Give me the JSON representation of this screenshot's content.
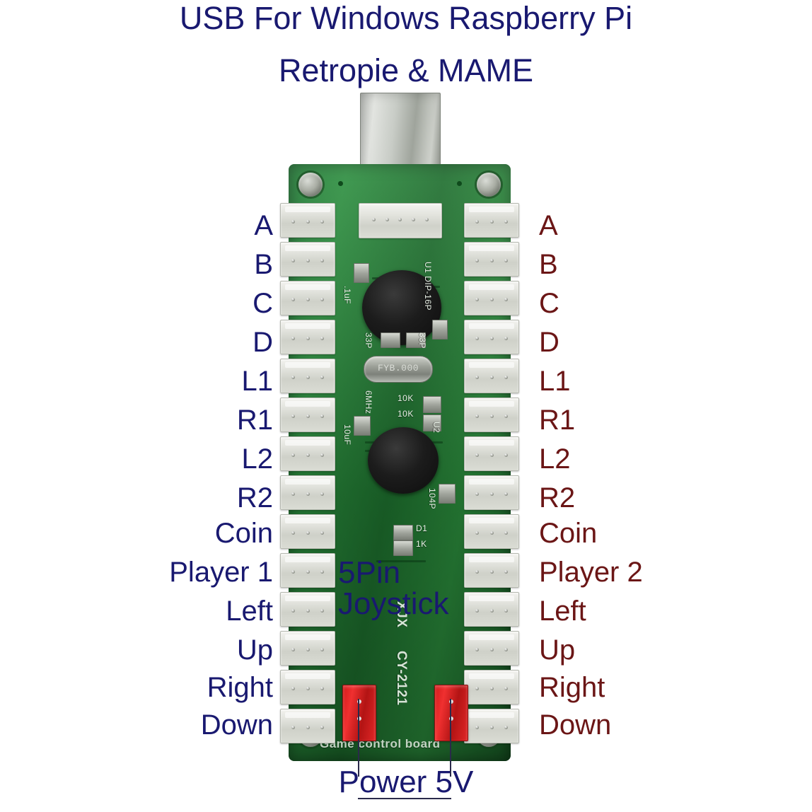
{
  "title": {
    "line1": "USB For Windows Raspberry Pi",
    "line2": "Retropie & MAME"
  },
  "colors": {
    "left_label": "#191970",
    "right_label": "#6B1616",
    "pcb_green": "#1d6e2d",
    "connector_white": "#e2e3dd",
    "power_connector_red": "#d21b1b",
    "usb_silver": "#c8ccc6"
  },
  "left_labels": [
    "A",
    "B",
    "C",
    "D",
    "L1",
    "R1",
    "L2",
    "R2",
    "Coin",
    "Player 1",
    "Left",
    "Up",
    "Right",
    "Down"
  ],
  "right_labels": [
    "A",
    "B",
    "C",
    "D",
    "L1",
    "R1",
    "L2",
    "R2",
    "Coin",
    "Player 2",
    "Left",
    "Up",
    "Right",
    "Down"
  ],
  "overlay": {
    "joystick_line1": "5Pin",
    "joystick_line2": "Joystick",
    "power": "Power 5V"
  },
  "board_silkscreen": {
    "u1": "U1 DIP-16P",
    "cap_1uf": ".1uF",
    "cap_33p_left": "33P",
    "cap_33p_right": "33P",
    "crystal": "FYB.000",
    "crystal_freq": "6MHz",
    "res_10k_a": "10K",
    "res_10k_b": "10K",
    "u2": "U2",
    "cap_10uf": "10uF",
    "cap_104p": "104P",
    "diode": "D1",
    "res_1k": "1K",
    "brand": "XJX",
    "model": "CY-2121",
    "board_name": "Game control board"
  }
}
